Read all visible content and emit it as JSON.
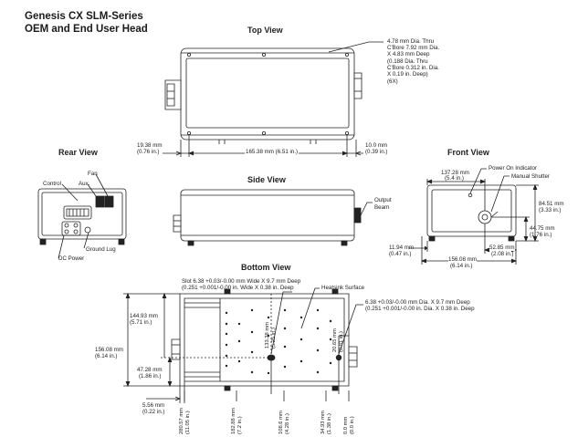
{
  "title": {
    "line1": "Genesis CX SLM-Series",
    "line2": "OEM and End User Head"
  },
  "views": {
    "top": "Top View",
    "rear": "Rear View",
    "side": "Side View",
    "front": "Front View",
    "bottom": "Bottom View"
  },
  "top_view": {
    "hole_note": [
      "4.78 mm Dia. Thru",
      "C'Bore 7.92 mm Dia.",
      "X 4.83 mm Deep",
      "(0.188 Dia. Thru",
      "C'Bore 0.312 in. Dia.",
      "X 0.19 in. Deep)",
      "(6X)"
    ],
    "dim_left": [
      "19.38 mm",
      "(0.76 in.)"
    ],
    "dim_length": "165.38 mm (6.51 in.)",
    "dim_right": [
      "10.0 mm",
      "(0.39 in.)"
    ]
  },
  "rear_view": {
    "fan": "Fan",
    "aux": "Aux.",
    "control": "Control",
    "ground_lug": "Ground Lug",
    "dc_power": "DC Power"
  },
  "side_view": {
    "output_beam": [
      "Output",
      "Beam"
    ]
  },
  "front_view": {
    "power_on": "Power On Indicator",
    "shutter": "Manual Shutter",
    "dim_top": [
      "137.28 mm",
      "(5.4 in.)"
    ],
    "dim_height": [
      "84.51 mm",
      "(3.33 in.)"
    ],
    "dim_beam_height": [
      "44.75 mm",
      "(1.76 in.)"
    ],
    "dim_beam_x": [
      "52.85 mm",
      "(2.08 in.)"
    ],
    "dim_foot": [
      "11.94 mm",
      "(0.47 in.)"
    ],
    "dim_width": [
      "156.08 mm",
      "(6.14 in.)"
    ]
  },
  "bottom_view": {
    "slot_note": [
      "Slot 6.38 +0.03/-0.00 mm Wide X 9.7 mm Deep",
      "(0.251 +0.001/-0.00 in. Wide X 0.38 in. Deep"
    ],
    "heatsink": "Heatsink Surface",
    "hole_note": [
      "6.38 +0.03/-0.00 mm Dia. X 9.7 mm Deep",
      "(0.251 +0.001/-0.00 in. Dia. X 0.38 in. Deep"
    ],
    "dim_144": [
      "144.93 mm",
      "(5.71 in.)"
    ],
    "dim_156": [
      "156.08 mm",
      "(6.14 in.)"
    ],
    "dim_47": [
      "47.28 mm",
      "(1.86 in.)"
    ],
    "dim_5": [
      "5.56 mm",
      "(0.22 in.)"
    ],
    "dim_133": [
      "133.38 mm",
      "(5.25 in.)"
    ],
    "dim_20": [
      "20.65 mm",
      "(0.81 in.)"
    ],
    "dim_280": [
      "280.57 mm",
      "(11.05 in.)"
    ],
    "dim_182": [
      "182.88 mm",
      "(7.2 in.)"
    ],
    "dim_108": [
      "108.6 mm",
      "(4.28 in.)"
    ],
    "dim_34": [
      "34.93 mm",
      "(1.38 in.)"
    ],
    "dim_0": [
      "0.0 mm",
      "(0.0 in.)"
    ]
  }
}
